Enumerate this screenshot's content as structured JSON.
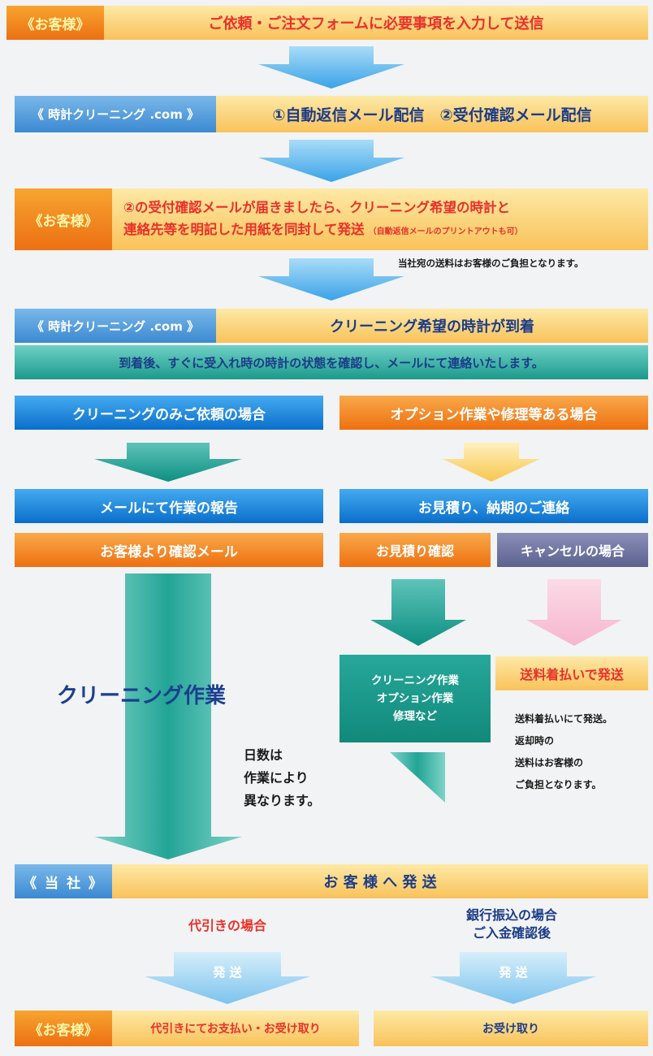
{
  "step1": {
    "label": "《お客様》",
    "text": "ご依頼・ご注文フォームに必要事項を入力して送信"
  },
  "step2": {
    "label": "《 時計クリーニング .com 》",
    "text": "①自動返信メール配信　②受付確認メール配信"
  },
  "step3": {
    "label": "《お客様》",
    "line1": "②の受付確認メールが届きましたら、クリーニング希望の時計と",
    "line2": "連絡先等を明記した用紙を同封して発送",
    "note": "（自動返信メールのプリントアウトも可）",
    "shipping_note": "当社宛の送料はお客様のご負担となります。"
  },
  "step4": {
    "label": "《 時計クリーニング .com 》",
    "text": "クリーニング希望の時計が到着",
    "sub": "到着後、すぐに受入れ時の時計の状態を確認し、メールにて連絡いたします。"
  },
  "left": {
    "case": "クリーニングのみご依頼の場合",
    "report": "メールにて作業の報告",
    "confirm": "お客様より確認メール",
    "work": "クリーニング作業",
    "days": [
      "日数は",
      "作業により",
      "異なります。"
    ]
  },
  "right": {
    "case": "オプション作業や修理等ある場合",
    "estimate": "お見積り、納期のご連絡",
    "estimate_confirm": "お見積り確認",
    "cancel": "キャンセルの場合",
    "work": [
      "クリーニング作業",
      "オプション作業",
      "修理など"
    ],
    "cod": "送料着払いで発送",
    "cod_note": [
      "送料着払いにて発送。",
      "返却時の",
      "送料はお客様の",
      "ご負担となります。"
    ]
  },
  "step5": {
    "label": "《 当 社 》",
    "text": "お 客 様 へ 発 送"
  },
  "payment": {
    "cod_case": "代引きの場合",
    "bank_case": [
      "銀行振込の場合",
      "ご入金確認後"
    ],
    "ship_label": "発 送"
  },
  "final": {
    "label": "《お客様》",
    "cod_text": "代引きにてお支払い・お受け取り",
    "bank_text": "お受け取り"
  },
  "colors": {
    "orange": "#ee7010",
    "blue": "#0a6fcb",
    "teal": "#1b9a8c",
    "yellow": "#f9c25a",
    "pink": "#f7c6d6",
    "gray": "#5c628f",
    "red_text": "#e8312a",
    "navy_text": "#1c3c88"
  }
}
